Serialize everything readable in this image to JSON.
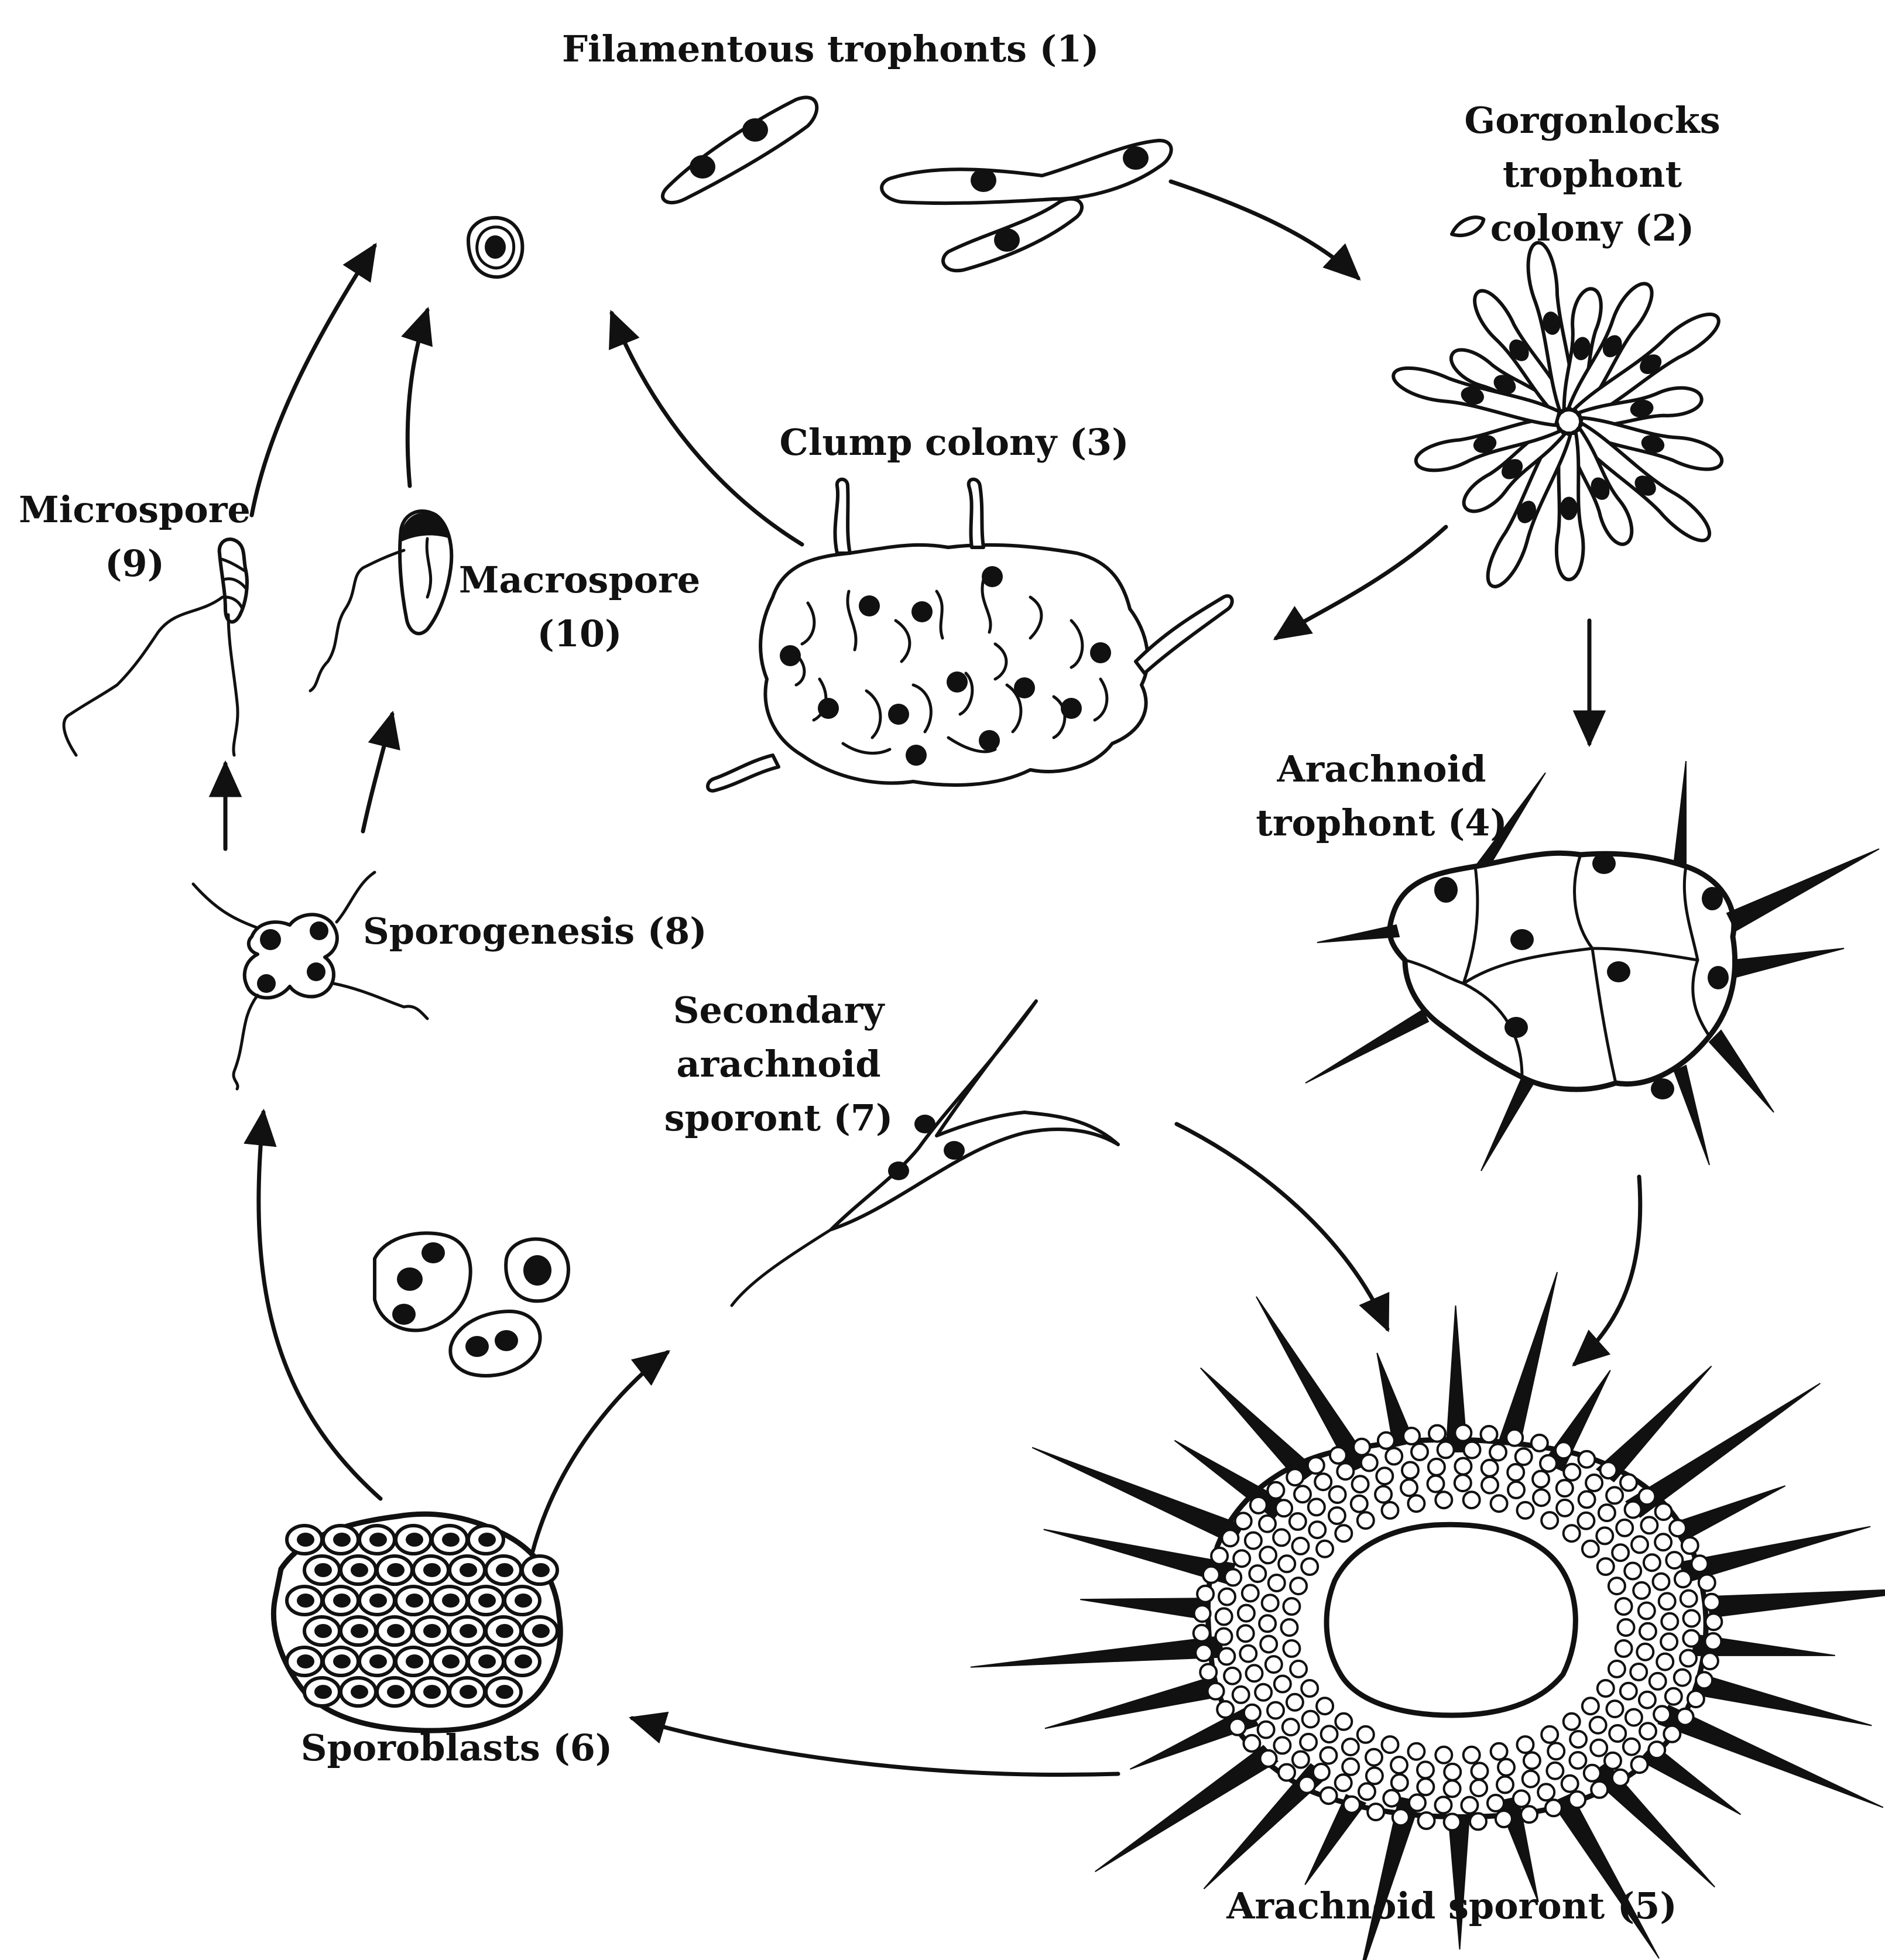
{
  "diagram": {
    "stages": [
      {
        "id": 1,
        "label": "Filamentous trophonts (1)"
      },
      {
        "id": 2,
        "label_lines": [
          "Gorgonlocks",
          "trophont",
          "colony (2)"
        ]
      },
      {
        "id": 3,
        "label": "Clump colony (3)"
      },
      {
        "id": 4,
        "label_lines": [
          "Arachnoid",
          "trophont (4)"
        ]
      },
      {
        "id": 5,
        "label": "Arachnoid sporont (5)"
      },
      {
        "id": 6,
        "label": "Sporoblasts (6)"
      },
      {
        "id": 7,
        "label_lines": [
          "Secondary",
          "arachnoid",
          "sporont (7)"
        ]
      },
      {
        "id": 8,
        "label": "Sporogenesis (8)"
      },
      {
        "id": 9,
        "label_lines": [
          "Microspore",
          "(9)"
        ]
      },
      {
        "id": 10,
        "label_lines": [
          "Macrospore",
          "(10)"
        ]
      }
    ],
    "transitions": [
      {
        "from": 1,
        "to": 2
      },
      {
        "from": 2,
        "to": 3
      },
      {
        "from": 2,
        "to": 4
      },
      {
        "from": 4,
        "to": 5
      },
      {
        "from": 7,
        "to": 5
      },
      {
        "from": 5,
        "to": 6
      },
      {
        "from": 6,
        "to": 7
      },
      {
        "from": 6,
        "to": 8
      },
      {
        "from": 8,
        "to": 9
      },
      {
        "from": 8,
        "to": 10
      },
      {
        "from": 9,
        "to": 1
      },
      {
        "from": 10,
        "to": 1
      },
      {
        "from": 3,
        "to": 1
      }
    ]
  }
}
